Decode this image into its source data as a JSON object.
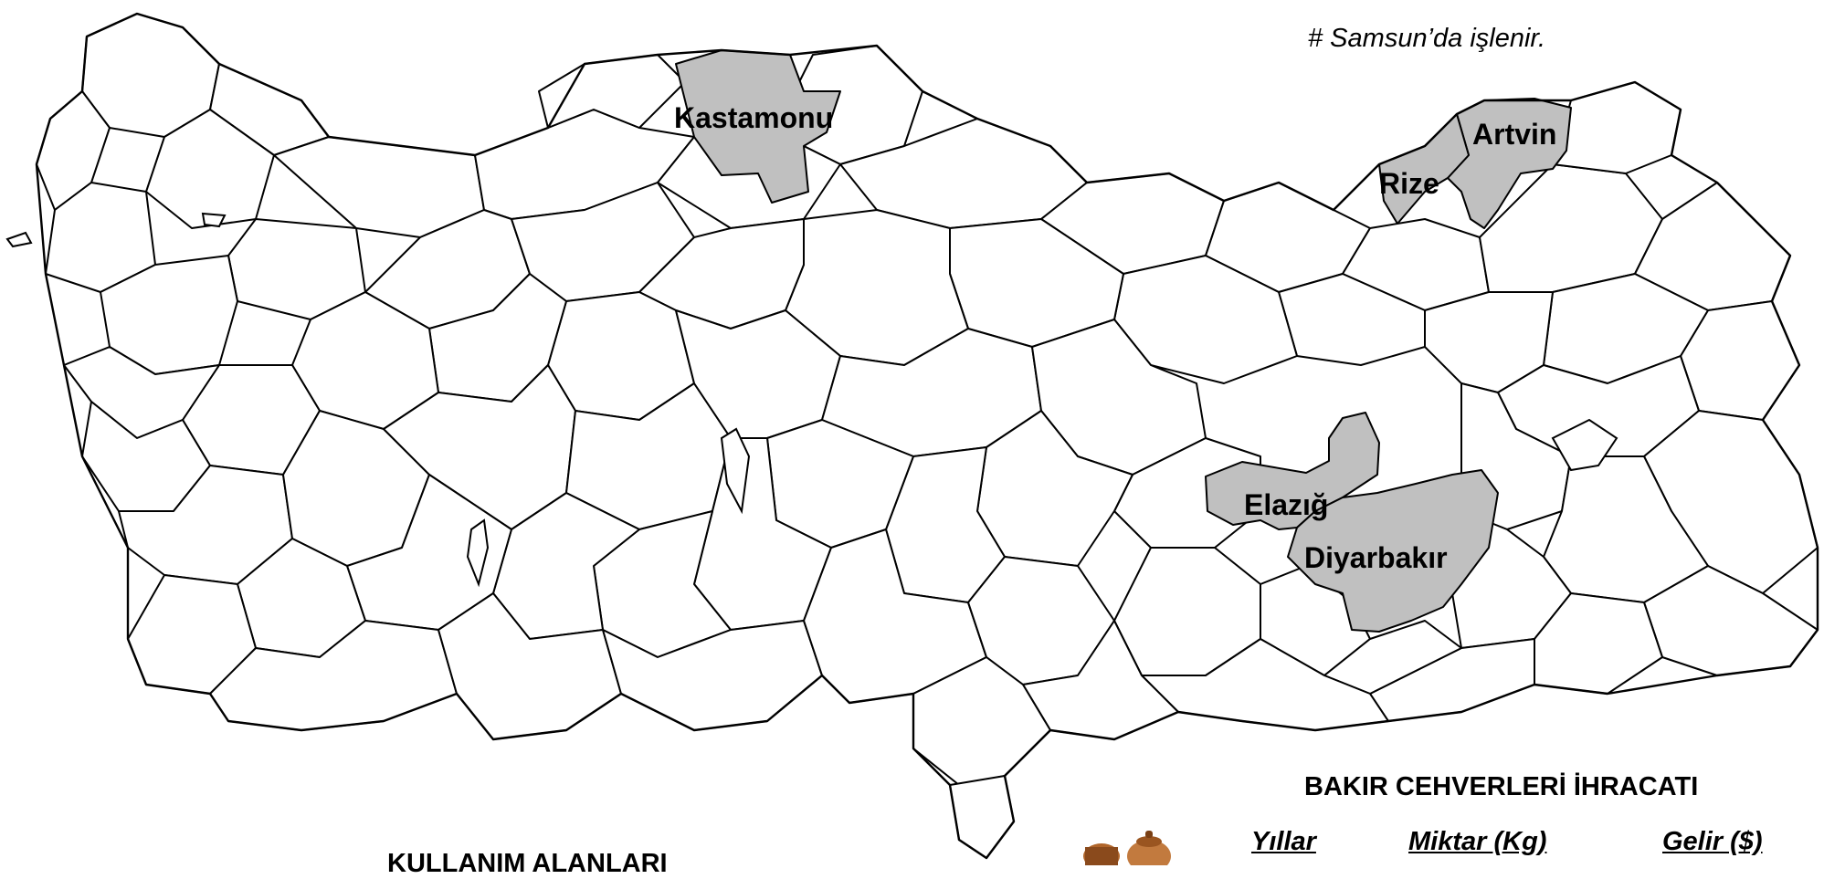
{
  "map": {
    "highlight_color": "#c0c0c0",
    "border_color": "#000000",
    "provinces": [
      {
        "id": "kastamonu",
        "label": "Kastamonu"
      },
      {
        "id": "artvin",
        "label": "Artvin"
      },
      {
        "id": "rize",
        "label": "Rize"
      },
      {
        "id": "elazig",
        "label": "Elazığ"
      },
      {
        "id": "diyarbakir",
        "label": "Diyarbakır"
      }
    ]
  },
  "note": "# Samsun’da işlenir.",
  "export": {
    "title": "BAKIR CEHVERLERİ İHRACATI",
    "columns": [
      "Yıllar",
      "Miktar (Kg)",
      "Gelir ($)"
    ]
  },
  "usage": {
    "title": "KULLANIM ALANLARI"
  },
  "icons": [
    "copper-pot-icon"
  ]
}
